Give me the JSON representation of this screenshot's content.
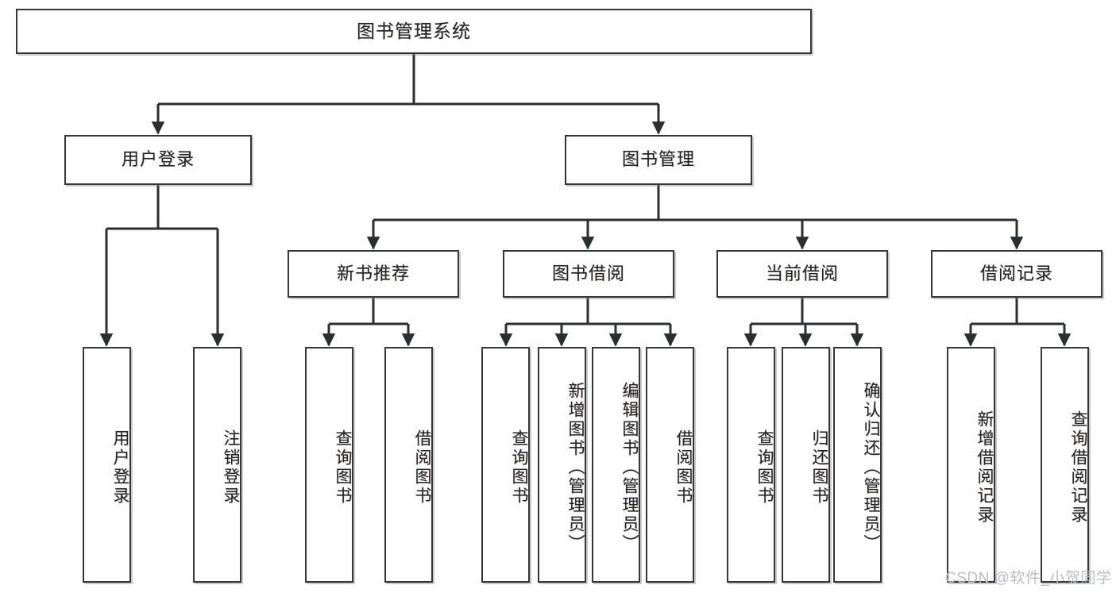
{
  "diagram": {
    "title": "图书管理系统",
    "type": "hierarchy-tree",
    "watermark": "CSDN @软件_小贺同学",
    "colors": {
      "box_border": "#33363a",
      "box_fill": "#ffffff",
      "edge": "#2b2e31",
      "text": "#222426",
      "watermark": "#b9bcc0"
    },
    "levels": {
      "root": [
        "图书管理系统"
      ],
      "level2": [
        "用户登录",
        "图书管理"
      ],
      "level3": [
        "新书推荐",
        "图书借阅",
        "当前借阅",
        "借阅记录"
      ],
      "leaves": [
        "用户登录",
        "注销登录",
        "查询图书",
        "借阅图书",
        "查询图书",
        "新增图书（管理员）",
        "编辑图书（管理员）",
        "借阅图书",
        "查询图书",
        "归还图书",
        "确认归还（管理员）",
        "新增借阅记录",
        "查询借阅记录"
      ]
    },
    "nodes": {
      "root": {
        "label": "图书管理系统"
      },
      "user_login": {
        "label": "用户登录"
      },
      "book_manage": {
        "label": "图书管理"
      },
      "new_book_rec": {
        "label": "新书推荐"
      },
      "book_borrow": {
        "label": "图书借阅"
      },
      "current_borrow": {
        "label": "当前借阅"
      },
      "borrow_record": {
        "label": "借阅记录"
      },
      "leaf_user_login": {
        "label": "用户登录"
      },
      "leaf_logout": {
        "label": "注销登录"
      },
      "leaf_query_book_1": {
        "label": "查询图书"
      },
      "leaf_borrow_book_1": {
        "label": "借阅图书"
      },
      "leaf_query_book_2": {
        "label": "查询图书"
      },
      "leaf_add_book": {
        "label": "新增图书（管理员）"
      },
      "leaf_edit_book": {
        "label": "编辑图书（管理员）"
      },
      "leaf_borrow_book_2": {
        "label": "借阅图书"
      },
      "leaf_query_book_3": {
        "label": "查询图书"
      },
      "leaf_return_book": {
        "label": "归还图书"
      },
      "leaf_confirm_return": {
        "label": "确认归还（管理员）"
      },
      "leaf_add_record": {
        "label": "新增借阅记录"
      },
      "leaf_query_record": {
        "label": "查询借阅记录"
      }
    },
    "edges": [
      {
        "from": "root",
        "to": "user_login"
      },
      {
        "from": "root",
        "to": "book_manage"
      },
      {
        "from": "user_login",
        "to": "leaf_user_login"
      },
      {
        "from": "user_login",
        "to": "leaf_logout"
      },
      {
        "from": "book_manage",
        "to": "new_book_rec"
      },
      {
        "from": "book_manage",
        "to": "book_borrow"
      },
      {
        "from": "book_manage",
        "to": "current_borrow"
      },
      {
        "from": "book_manage",
        "to": "borrow_record"
      },
      {
        "from": "new_book_rec",
        "to": "leaf_query_book_1"
      },
      {
        "from": "new_book_rec",
        "to": "leaf_borrow_book_1"
      },
      {
        "from": "book_borrow",
        "to": "leaf_query_book_2"
      },
      {
        "from": "book_borrow",
        "to": "leaf_add_book"
      },
      {
        "from": "book_borrow",
        "to": "leaf_edit_book"
      },
      {
        "from": "book_borrow",
        "to": "leaf_borrow_book_2"
      },
      {
        "from": "current_borrow",
        "to": "leaf_query_book_3"
      },
      {
        "from": "current_borrow",
        "to": "leaf_return_book"
      },
      {
        "from": "current_borrow",
        "to": "leaf_confirm_return"
      },
      {
        "from": "borrow_record",
        "to": "leaf_add_record"
      },
      {
        "from": "borrow_record",
        "to": "leaf_query_record"
      }
    ]
  }
}
